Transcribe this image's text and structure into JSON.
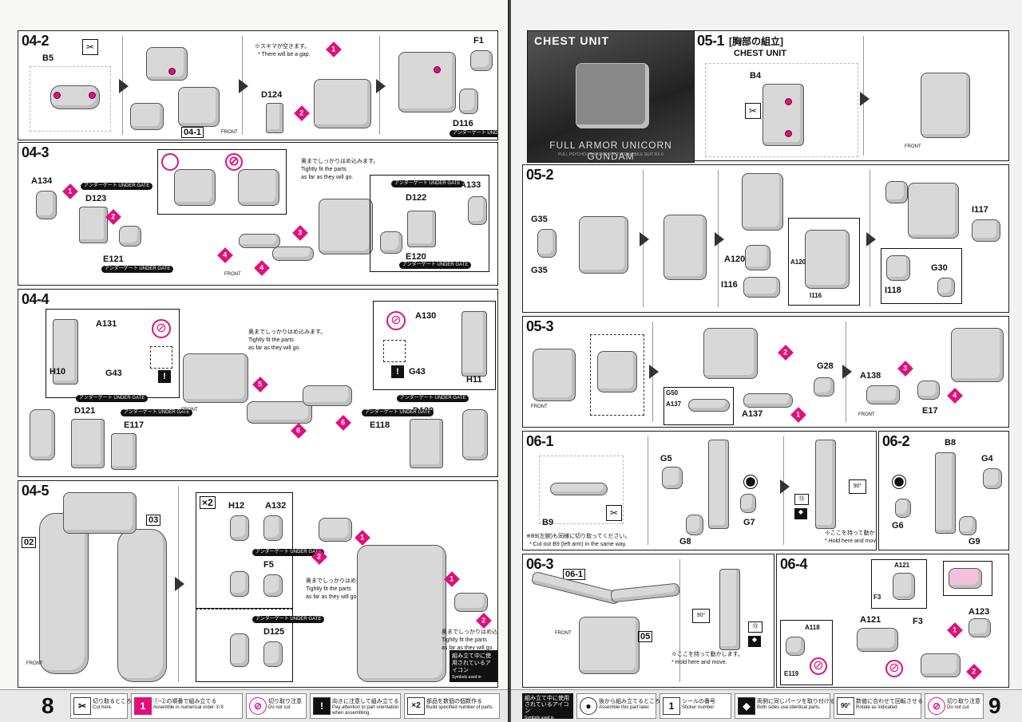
{
  "pages": {
    "left_number": "8",
    "right_number": "9"
  },
  "banner": {
    "title": "CHEST UNIT",
    "model": "FULL ARMOR UNICORN GUNDAM",
    "subtitle": "FULL PSYCHO-FRAME PROTOTYPE MOBILE SUIT RX-0"
  },
  "steps": {
    "s04_2": {
      "label": "04-2",
      "parts": [
        "B5",
        "D124",
        "F1",
        "D116"
      ],
      "note_jp": "※スキマが空きます。",
      "note_en": "* There will be a gap.",
      "ref": "04-1",
      "gate": "アンダーゲート UNDER GATE"
    },
    "s04_3": {
      "label": "04-3",
      "parts": [
        "A134",
        "D123",
        "E121",
        "A133",
        "D122",
        "E120"
      ],
      "gate": "アンダーゲート UNDER GATE",
      "note_jp": "奥までしっかりはめ込みます。",
      "note_en1": "Tightly fit the parts",
      "note_en2": "as far as they will go."
    },
    "s04_4": {
      "label": "04-4",
      "parts": [
        "A131",
        "H10",
        "G43",
        "D121",
        "E117",
        "A130",
        "H11",
        "G43",
        "D120",
        "E118"
      ],
      "gate": "アンダーゲート UNDER GATE",
      "note_jp": "奥までしっかりはめ込みます。",
      "note_en1": "Tightly fit the parts",
      "note_en2": "as far as they will go."
    },
    "s04_5": {
      "label": "04-5",
      "parts": [
        "02",
        "03",
        "H12",
        "A132",
        "F5",
        "D125"
      ],
      "multiplier": "×2",
      "gate": "アンダーゲート UNDER GATE",
      "note_jp": "奥までしっかりはめ込みます。",
      "note_en1": "Tightly fit the parts",
      "note_en2": "as far as they will go."
    },
    "s05_1": {
      "label": "05-1",
      "title_jp": "[胸部の組立]",
      "title_en": "CHEST UNIT",
      "parts": [
        "B4"
      ]
    },
    "s05_2": {
      "label": "05-2",
      "parts": [
        "G35",
        "G35",
        "A120",
        "I116",
        "I117",
        "I118",
        "G30",
        "A120",
        "I116"
      ]
    },
    "s05_3": {
      "label": "05-3",
      "parts": [
        "G28",
        "A138",
        "E17",
        "G50",
        "A137",
        "A137"
      ]
    },
    "s06_1": {
      "label": "06-1",
      "parts": [
        "B9",
        "G5",
        "G7",
        "G8"
      ],
      "note_jp": "※B9(左腕)も同様に切り取ってください。",
      "note_en": "* Cut out B9 (left arm) in the same way.",
      "hold_jp": "※ここを持って動かします。",
      "hold_en": "* Hold here and move."
    },
    "s06_2": {
      "label": "06-2",
      "parts": [
        "B8",
        "G4",
        "G6",
        "G9"
      ]
    },
    "s06_3": {
      "label": "06-3",
      "refs": [
        "06-1",
        "05"
      ],
      "hold_jp": "※ここを持って動かします。",
      "hold_en": "* Hold here and move."
    },
    "s06_4": {
      "label": "06-4",
      "parts": [
        "A121",
        "F3",
        "A123",
        "A118",
        "A121",
        "E119"
      ]
    }
  },
  "legend_left": [
    {
      "icon": "✂",
      "jp": "切り取るところ",
      "en": "Cut here."
    },
    {
      "icon": "1",
      "jp": "①-②の順番で組み立てる",
      "en": "Assemble in numerical order ①②"
    },
    {
      "icon": "⊘",
      "jp": "切り取り注意",
      "en": "Do not cut"
    },
    {
      "icon": "!",
      "jp": "向きに注意して組み立てる",
      "en": "Pay attention to part orientation when assembling."
    },
    {
      "icon": "×2",
      "jp": "部品を数個の個数作る",
      "en": "Build specified number of parts."
    }
  ],
  "legend_right": [
    {
      "icon": "●",
      "jp": "後から組み立てるところ",
      "en": "Assemble this part later."
    },
    {
      "icon": "1",
      "jp": "シールの番号",
      "en": "Sticker number"
    },
    {
      "icon": "◆",
      "jp": "両側に同じパーツを取り付ける",
      "en": "Both sides use identical parts."
    },
    {
      "icon": "90°",
      "jp": "数値に合わせて回転させる",
      "en": "Rotate as indicated."
    },
    {
      "icon": "⊘",
      "jp": "切り取り注意",
      "en": "Do not cut"
    }
  ],
  "icons_title": {
    "jp": "組み立て中に使用されているアイコン",
    "en": "Symbols used in instructions"
  },
  "front": "FRONT"
}
